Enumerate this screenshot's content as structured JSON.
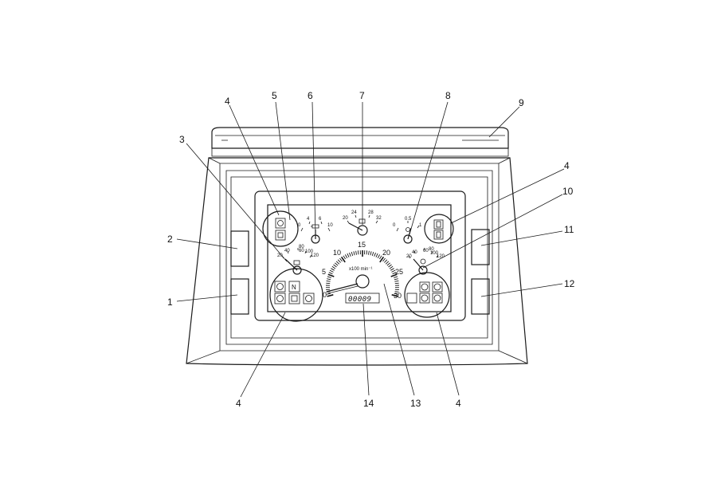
{
  "callouts": {
    "c1": "1",
    "c2": "2",
    "c3": "3",
    "c4a": "4",
    "c4b": "4",
    "c4c": "4",
    "c4d": "4",
    "c5": "5",
    "c6": "6",
    "c7": "7",
    "c8": "8",
    "c9": "9",
    "c10": "10",
    "c11": "11",
    "c12": "12",
    "c13": "13",
    "c14": "14"
  },
  "gauges": {
    "oil_pressure": {
      "ticks": [
        "0",
        "4",
        "6",
        "10"
      ]
    },
    "coolant_temp": {
      "ticks": [
        "20",
        "24",
        "28",
        "32"
      ]
    },
    "air_pressure": {
      "ticks": [
        "0",
        "0.5",
        "1"
      ]
    },
    "left_temp": {
      "ticks": [
        "20",
        "40",
        "60",
        "80",
        "100",
        "120"
      ]
    },
    "right_temp": {
      "ticks": [
        "20",
        "40",
        "60",
        "80",
        "100",
        "120"
      ]
    }
  },
  "tachometer": {
    "ticks": [
      "0",
      "5",
      "10",
      "15",
      "20",
      "25",
      "30"
    ],
    "unit": "x100 min⁻¹"
  },
  "odometer": {
    "value": "00009"
  },
  "indicators": {
    "neutral": "N"
  }
}
